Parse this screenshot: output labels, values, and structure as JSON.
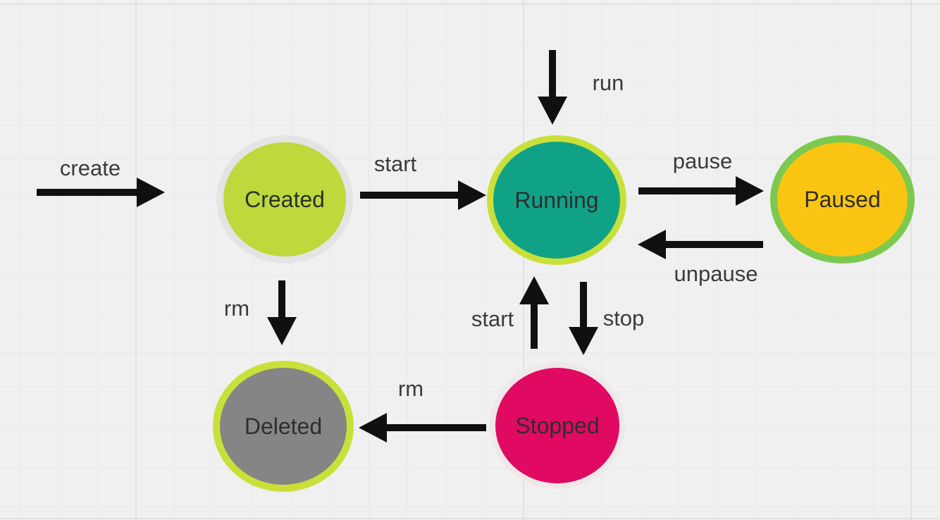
{
  "diagram": {
    "type": "state-diagram",
    "background_color": "#f0f0f0",
    "grid_color": "#e9e9e9",
    "arrow_color": "#101010",
    "edge_label_color": "#3b3b3b",
    "state_label_color": "#2e2e2e",
    "states": [
      {
        "id": "created",
        "label": "Created",
        "fill": "#bdd93c",
        "border": "#e4e4e4"
      },
      {
        "id": "running",
        "label": "Running",
        "fill": "#10a287",
        "border": "#c9e03a"
      },
      {
        "id": "paused",
        "label": "Paused",
        "fill": "#fac512",
        "border": "#7cc94f"
      },
      {
        "id": "stopped",
        "label": "Stopped",
        "fill": "#e00a62",
        "border": "#efe8e9"
      },
      {
        "id": "deleted",
        "label": "Deleted",
        "fill": "#858585",
        "border": "#c9e03a"
      }
    ],
    "transitions": [
      {
        "id": "create",
        "label": "create",
        "from": "(external)",
        "to": "Created"
      },
      {
        "id": "start-created-running",
        "label": "start",
        "from": "Created",
        "to": "Running"
      },
      {
        "id": "run",
        "label": "run",
        "from": "(external)",
        "to": "Running"
      },
      {
        "id": "pause",
        "label": "pause",
        "from": "Running",
        "to": "Paused"
      },
      {
        "id": "unpause",
        "label": "unpause",
        "from": "Paused",
        "to": "Running"
      },
      {
        "id": "start-stopped-running",
        "label": "start",
        "from": "Stopped",
        "to": "Running"
      },
      {
        "id": "stop",
        "label": "stop",
        "from": "Running",
        "to": "Stopped"
      },
      {
        "id": "rm-created-deleted",
        "label": "rm",
        "from": "Created",
        "to": "Deleted"
      },
      {
        "id": "rm-stopped-deleted",
        "label": "rm",
        "from": "Stopped",
        "to": "Deleted"
      }
    ]
  }
}
